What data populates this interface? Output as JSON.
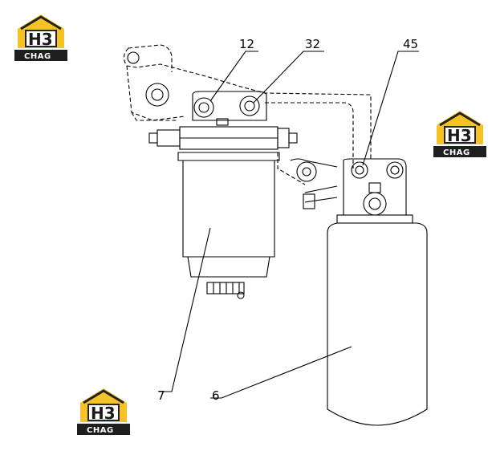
{
  "brand": {
    "mark_text": "H3",
    "word_text": "CHAG",
    "colors": {
      "roof": "#f2b21b",
      "house": "#f5c323",
      "dark": "#222222",
      "wordmark_bg": "#1e1e1e"
    }
  },
  "diagram": {
    "parts": [
      {
        "id": "p12",
        "label": "12"
      },
      {
        "id": "p32",
        "label": "32"
      },
      {
        "id": "p45",
        "label": "45"
      },
      {
        "id": "p7",
        "label": "7"
      },
      {
        "id": "p6",
        "label": "6"
      }
    ],
    "line_color": "#000000",
    "style": "technical line drawing"
  }
}
